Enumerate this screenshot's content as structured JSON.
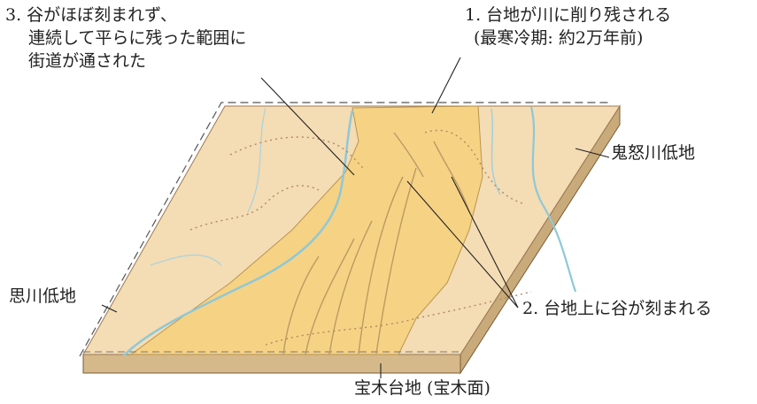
{
  "labels": {
    "note3": [
      "3. 谷がほぼ刻まれず、",
      "連続して平らに残った範囲に",
      "街道が通された"
    ],
    "note1": [
      "1. 台地が川に削り残される",
      "(最寒冷期: 約2万年前)"
    ],
    "note2": "2. 台地上に谷が刻まれる",
    "kinugawa": "鬼怒川低地",
    "omoigawa": "思川低地",
    "hoshaku": "宝木台地 (宝木面)"
  },
  "colors": {
    "lowland": "#f4dcb4",
    "plateau": "#f6d285",
    "river": "#8fc8d6",
    "side": "#d6b98a",
    "ink": "#222222",
    "dotted": "#b08a60"
  }
}
